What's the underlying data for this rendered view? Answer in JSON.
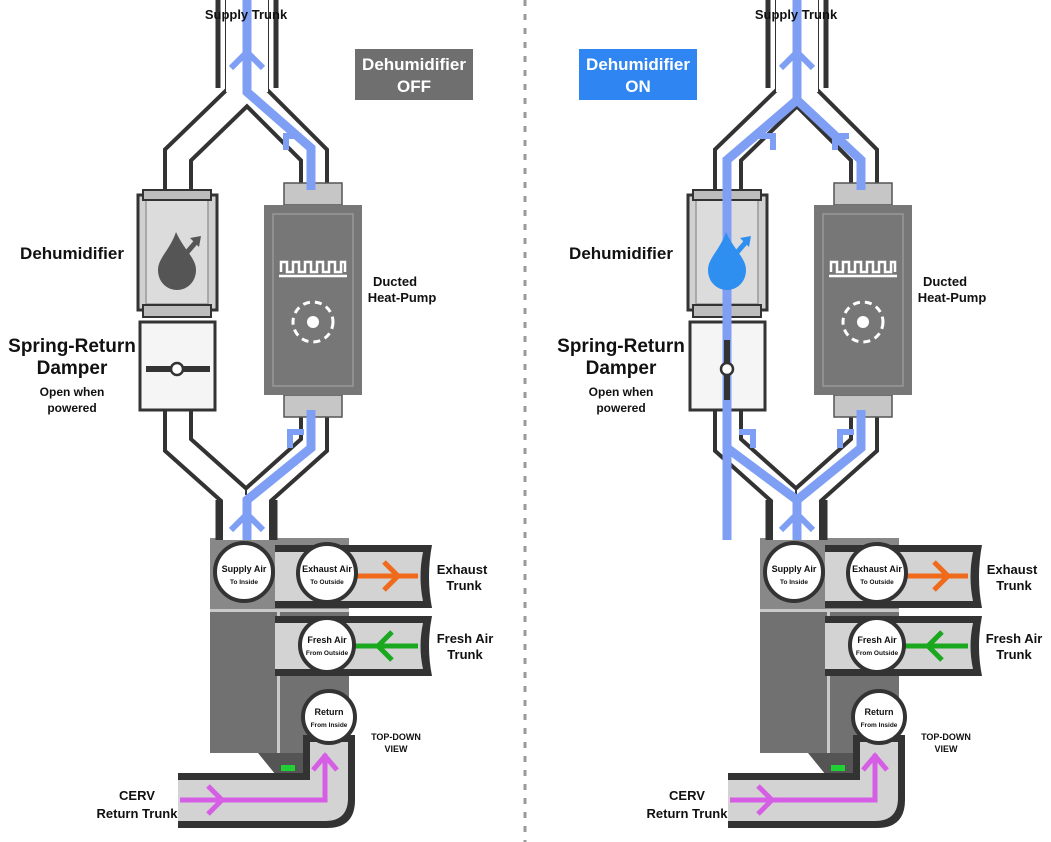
{
  "colors": {
    "air_blue": "#7f9ff5",
    "water_blue": "#2f8ff0",
    "exhaust_orange": "#f06a1c",
    "fresh_green": "#1aa81f",
    "return_magenta": "#d65ee4",
    "badge_off": "#6f6f6f",
    "badge_on": "#2f86f2",
    "indicator_green": "#1fd134"
  },
  "panels": [
    {
      "state": "off",
      "supply_trunk": "Supply Trunk",
      "badge": [
        "Dehumidifier",
        "OFF"
      ],
      "dehumidifier_label": "Dehumidifier",
      "damper_label": [
        "Spring-Return",
        "Damper"
      ],
      "damper_note": [
        "Open when",
        "powered"
      ],
      "heatpump_label": [
        "Ducted",
        "Heat-Pump"
      ],
      "supply_air": [
        "Supply Air",
        "To Inside"
      ],
      "exhaust_air": [
        "Exhaust Air",
        "To Outside"
      ],
      "exhaust_trunk": [
        "Exhaust",
        "Trunk"
      ],
      "fresh_air": [
        "Fresh Air",
        "From Outside"
      ],
      "fresh_trunk": [
        "Fresh Air",
        "Trunk"
      ],
      "return_air": [
        "Return",
        "From Inside"
      ],
      "view_label": [
        "TOP-DOWN",
        "VIEW"
      ],
      "cerv_label": [
        "CERV",
        "Return Trunk"
      ]
    },
    {
      "state": "on",
      "supply_trunk": "Supply Trunk",
      "badge": [
        "Dehumidifier",
        "ON"
      ],
      "dehumidifier_label": "Dehumidifier",
      "damper_label": [
        "Spring-Return",
        "Damper"
      ],
      "damper_note": [
        "Open when",
        "powered"
      ],
      "heatpump_label": [
        "Ducted",
        "Heat-Pump"
      ],
      "supply_air": [
        "Supply Air",
        "To Inside"
      ],
      "exhaust_air": [
        "Exhaust Air",
        "To Outside"
      ],
      "exhaust_trunk": [
        "Exhaust",
        "Trunk"
      ],
      "fresh_air": [
        "Fresh Air",
        "From Outside"
      ],
      "fresh_trunk": [
        "Fresh Air",
        "Trunk"
      ],
      "return_air": [
        "Return",
        "From Inside"
      ],
      "view_label": [
        "TOP-DOWN",
        "VIEW"
      ],
      "cerv_label": [
        "CERV",
        "Return Trunk"
      ]
    }
  ]
}
